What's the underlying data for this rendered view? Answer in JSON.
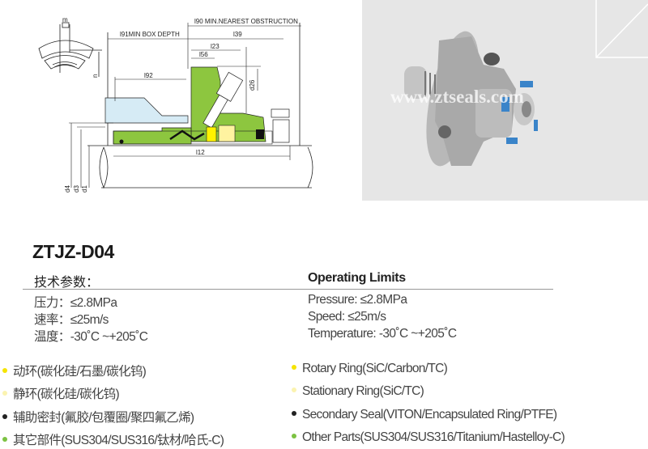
{
  "diagram": {
    "labels": {
      "l90": "l90 MIN.NEAREST OBSTRUCTION",
      "l91": "l91MIN BOX DEPTH",
      "l39": "l39",
      "l23": "l23",
      "l56": "l56",
      "l92": "l92",
      "d26": "d26",
      "l12": "l12",
      "d4": "d4",
      "d3": "d3",
      "d1": "d1",
      "m": "m",
      "n": "n"
    },
    "colors": {
      "gland": "#8dc63f",
      "sleeve": "#d6ebf5",
      "rotary_ring": "#fff200",
      "stationary_ring": "#fff3a0"
    }
  },
  "photo": {
    "watermark": "www.ztseals.com",
    "background": "#e6e6e6"
  },
  "product": {
    "model": "ZTJZ-D04"
  },
  "specs": {
    "cn_header": "技术参数：",
    "en_header": "Operating Limits",
    "cn_rows": [
      "压力：≤2.8MPa",
      "速率：≤25m/s",
      "温度：-30˚C ~+205˚C"
    ],
    "en_rows": [
      "Pressure:  ≤2.8MPa",
      "Speed:  ≤25m/s",
      "Temperature:  -30˚C ~+205˚C"
    ]
  },
  "materials": [
    {
      "cn": "动环(碳化硅/石墨/碳化钨)",
      "en": "Rotary  Ring(SiC/Carbon/TC)",
      "color": "#f5e400"
    },
    {
      "cn": "静环(碳化硅/碳化钨)",
      "en": "Stationary  Ring(SiC/TC)",
      "color": "#fbf3b0"
    },
    {
      "cn": "辅助密封(氟胶/包覆圈/聚四氟乙烯)",
      "en": "Secondary  Seal(VITON/Encapsulated Ring/PTFE)",
      "color": "#222222"
    },
    {
      "cn": "其它部件(SUS304/SUS316/钛材/哈氏-C)",
      "en": "Other  Parts(SUS304/SUS316/Titanium/Hastelloy-C)",
      "color": "#7cc242"
    }
  ]
}
